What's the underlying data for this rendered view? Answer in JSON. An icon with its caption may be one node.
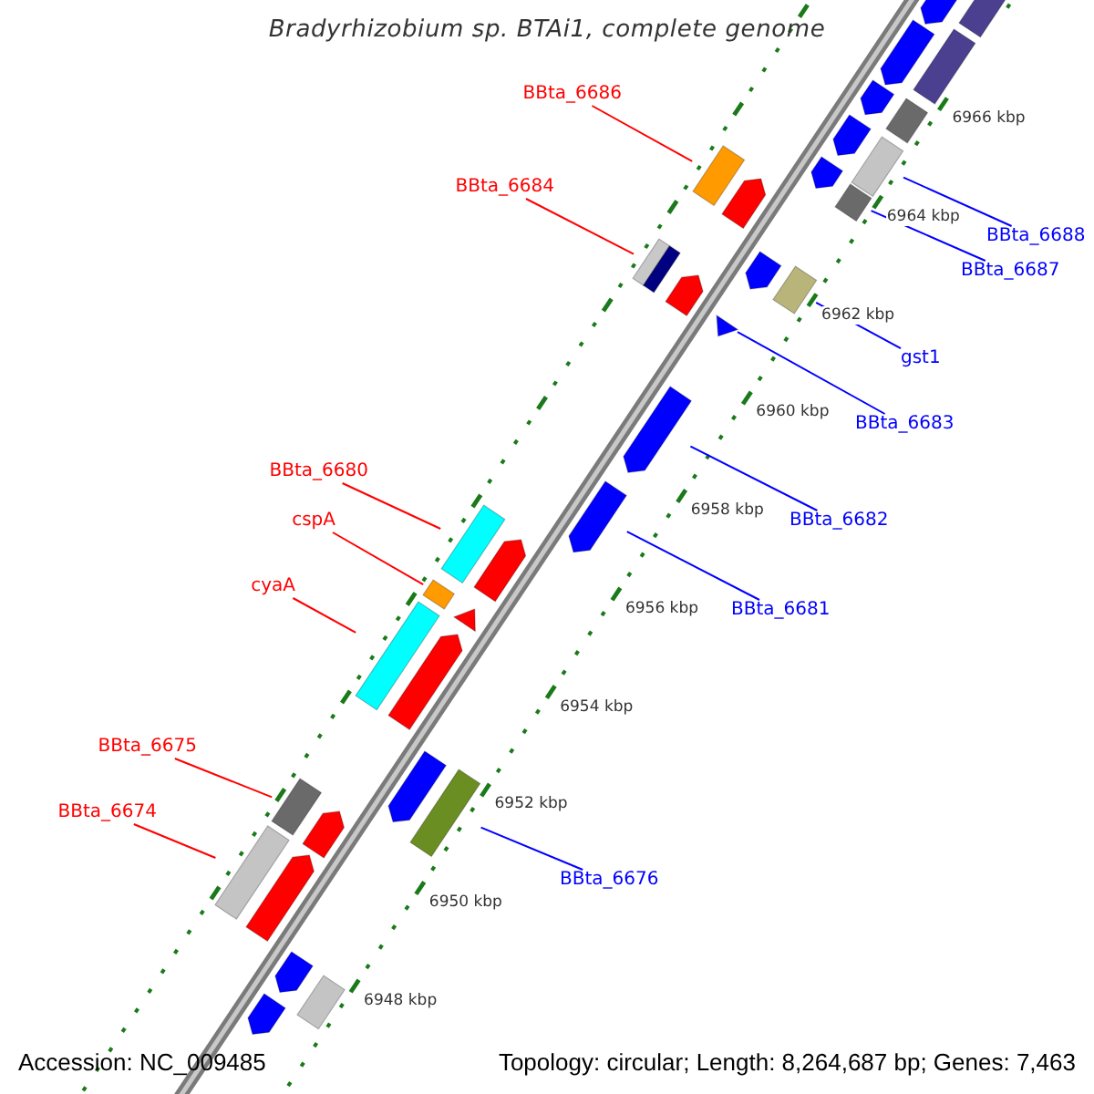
{
  "diagram": {
    "title": "Bradyrhizobium sp. BTAi1, complete genome",
    "nodes": [
      {
        "text": [
          "BBta_6686"
        ]
      },
      {
        "text": [
          "BBta_6684"
        ]
      },
      {
        "text": [
          "BBta_6688"
        ]
      },
      {
        "text": [
          "BBta_6687"
        ]
      },
      {
        "text": [
          "gst1"
        ]
      },
      {
        "text": [
          "BBta_6683"
        ]
      },
      {
        "text": [
          "BBta_6680"
        ]
      },
      {
        "text": [
          "BBta_6682"
        ]
      },
      {
        "text": [
          "cspA"
        ]
      },
      {
        "text": [
          "cyaA"
        ]
      },
      {
        "text": [
          "BBta_6681"
        ]
      },
      {
        "text": [
          "BBta_6675"
        ]
      },
      {
        "text": [
          "BBta_6674"
        ]
      },
      {
        "text": [
          "BBta_6676"
        ]
      },
      {
        "text": [],
        "shape": "box"
      },
      {
        "text": [],
        "shape": "box"
      },
      {
        "text": [],
        "shape": "box"
      },
      {
        "text": [],
        "shape": "box"
      },
      {
        "text": [],
        "shape": "box"
      },
      {
        "text": [],
        "shape": "triangle"
      },
      {
        "text": [],
        "shape": "box"
      },
      {
        "text": [],
        "shape": "arrow"
      },
      {
        "text": [],
        "shape": "box"
      },
      {
        "text": [],
        "shape": "box"
      },
      {
        "text": [],
        "shape": "arrow"
      },
      {
        "text": [],
        "shape": "box"
      },
      {
        "text": [],
        "shape": "box"
      },
      {
        "text": [],
        "shape": "box"
      },
      {
        "text": [],
        "shape": "arrow"
      },
      {
        "text": [],
        "shape": "arrow"
      },
      {
        "text": [],
        "shape": "arrow"
      },
      {
        "text": [],
        "shape": "arrow"
      },
      {
        "text": [],
        "shape": "triangle"
      },
      {
        "text": [],
        "shape": "arrow"
      },
      {
        "text": [],
        "shape": "arrow"
      },
      {
        "text": [],
        "shape": "arrow"
      },
      {
        "text": [],
        "shape": "arrow"
      },
      {
        "text": [],
        "shape": "arrow"
      },
      {
        "text": [],
        "shape": "arrow"
      },
      {
        "text": [],
        "shape": "box"
      },
      {
        "text": [],
        "shape": "arrow"
      },
      {
        "text": [],
        "shape": "arrow"
      },
      {
        "text": [],
        "shape": "arrow"
      },
      {
        "text": [],
        "shape": "arrow"
      },
      {
        "text": [],
        "shape": "arrow"
      },
      {
        "text": [],
        "shape": "box"
      },
      {
        "text": [],
        "shape": "box"
      },
      {
        "text": [],
        "shape": "box"
      }
    ],
    "edges": [
      {
        "from": 0,
        "to": 14,
        "arrow": "none",
        "color": "#ff0000"
      },
      {
        "from": 1,
        "to": 15,
        "arrow": "none",
        "color": "#ff0000"
      },
      {
        "from": 2,
        "to": 16,
        "arrow": "none",
        "color": "#0000ff"
      },
      {
        "from": 3,
        "to": 17,
        "arrow": "none",
        "color": "#0000ff"
      },
      {
        "from": 4,
        "to": 18,
        "arrow": "none",
        "color": "#0000ff"
      },
      {
        "from": 5,
        "to": 19,
        "arrow": "none",
        "color": "#0000ff"
      },
      {
        "from": 6,
        "to": 20,
        "arrow": "none",
        "color": "#ff0000"
      },
      {
        "from": 7,
        "to": 21,
        "arrow": "none",
        "color": "#0000ff"
      },
      {
        "from": 8,
        "to": 22,
        "arrow": "none",
        "color": "#ff0000"
      },
      {
        "from": 9,
        "to": 23,
        "arrow": "none",
        "color": "#ff0000"
      },
      {
        "from": 10,
        "to": 24,
        "arrow": "none",
        "color": "#0000ff"
      },
      {
        "from": 11,
        "to": 25,
        "arrow": "none",
        "color": "#ff0000"
      },
      {
        "from": 12,
        "to": 26,
        "arrow": "none",
        "color": "#ff0000"
      },
      {
        "from": 13,
        "to": 27,
        "arrow": "none",
        "color": "#0000ff"
      }
    ],
    "labels": [
      "6966 kbp",
      "6964 kbp",
      "6962 kbp",
      "6960 kbp",
      "6958 kbp",
      "6956 kbp",
      "6954 kbp",
      "6952 kbp",
      "6950 kbp",
      "6948 kbp",
      "Accession: NC_009485",
      "Topology: circular; Length: 8,264,687 bp; Genes: 7,463"
    ]
  }
}
